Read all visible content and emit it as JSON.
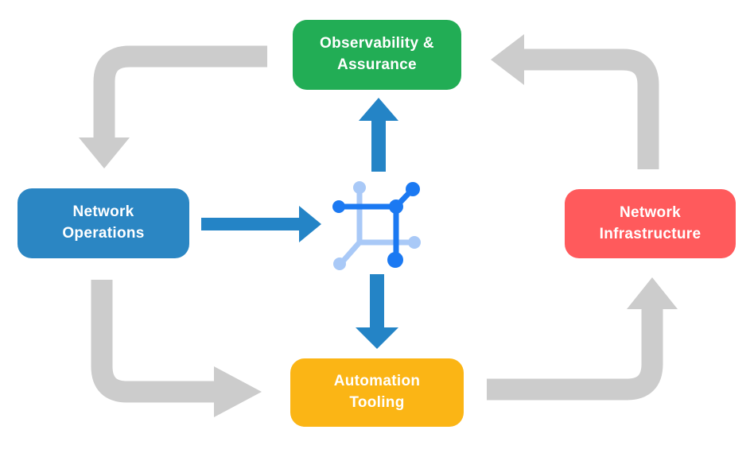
{
  "diagram": {
    "background_color": "#FFFFFF",
    "nodes": [
      {
        "id": "observability-assurance",
        "label": "Observability &\nAssurance",
        "color": "#22AD55",
        "text_color": "#FFFFFF",
        "position": "top-center"
      },
      {
        "id": "network-operations",
        "label": "Network\nOperations",
        "color": "#2B86C3",
        "text_color": "#FFFFFF",
        "position": "middle-left"
      },
      {
        "id": "network-infrastructure",
        "label": "Network\nInfrastructure",
        "color": "#FF5A5C",
        "text_color": "#FFFFFF",
        "position": "middle-right"
      },
      {
        "id": "automation-tooling",
        "label": "Automation\nTooling",
        "color": "#FBB515",
        "text_color": "#FFFFFF",
        "position": "bottom-center"
      }
    ],
    "arrows": [
      {
        "id": "observability-to-operations",
        "from": "Observability & Assurance",
        "to": "Network Operations",
        "color": "#CCCCCC",
        "style": "elbow"
      },
      {
        "id": "operations-to-automation",
        "from": "Network Operations",
        "to": "Automation Tooling",
        "color": "#CCCCCC",
        "style": "elbow"
      },
      {
        "id": "automation-to-infrastructure",
        "from": "Automation Tooling",
        "to": "Network Infrastructure",
        "color": "#CCCCCC",
        "style": "elbow"
      },
      {
        "id": "infrastructure-to-observability",
        "from": "Network Infrastructure",
        "to": "Observability & Assurance",
        "color": "#CCCCCC",
        "style": "elbow"
      },
      {
        "id": "operations-to-center",
        "from": "Network Operations",
        "to": "center-network-icon",
        "color": "#2484C6",
        "style": "straight"
      },
      {
        "id": "center-to-observability",
        "from": "center-network-icon",
        "to": "Observability & Assurance",
        "color": "#2484C6",
        "style": "straight"
      },
      {
        "id": "center-to-automation",
        "from": "center-network-icon",
        "to": "Automation Tooling",
        "color": "#2484C6",
        "style": "straight"
      }
    ],
    "center_icon": {
      "id": "network-fabric-icon",
      "primary_color": "#1B79F2",
      "secondary_color": "#A9C9F7"
    }
  }
}
